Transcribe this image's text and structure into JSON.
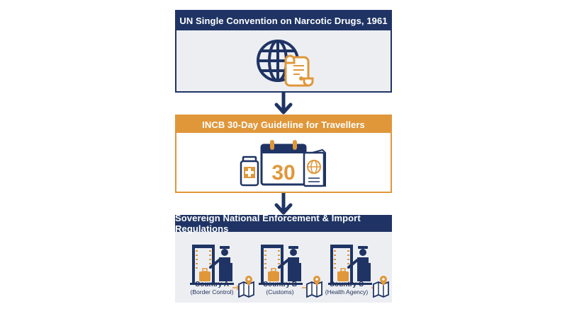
{
  "colors": {
    "navy": "#1f3464",
    "orange": "#e0973a",
    "panel_gray": "#eceef2",
    "white": "#ffffff"
  },
  "level1": {
    "title": "UN Single Convention on Narcotic Drugs, 1961",
    "icons": [
      "globe-icon",
      "scroll-document-icon"
    ]
  },
  "level2": {
    "title": "INCB 30-Day Guideline for Travellers",
    "calendar_number": "30",
    "icons": [
      "medicine-bottle-icon",
      "calendar-icon",
      "passport-icon"
    ]
  },
  "level3": {
    "title": "Sovereign National Enforcement & Import Regulations",
    "countries": [
      {
        "name": "Country A",
        "agency": "(Border Control)"
      },
      {
        "name": "Country B",
        "agency": "(Customs)"
      },
      {
        "name": "Country C",
        "agency": "(Health Agency)"
      }
    ]
  }
}
